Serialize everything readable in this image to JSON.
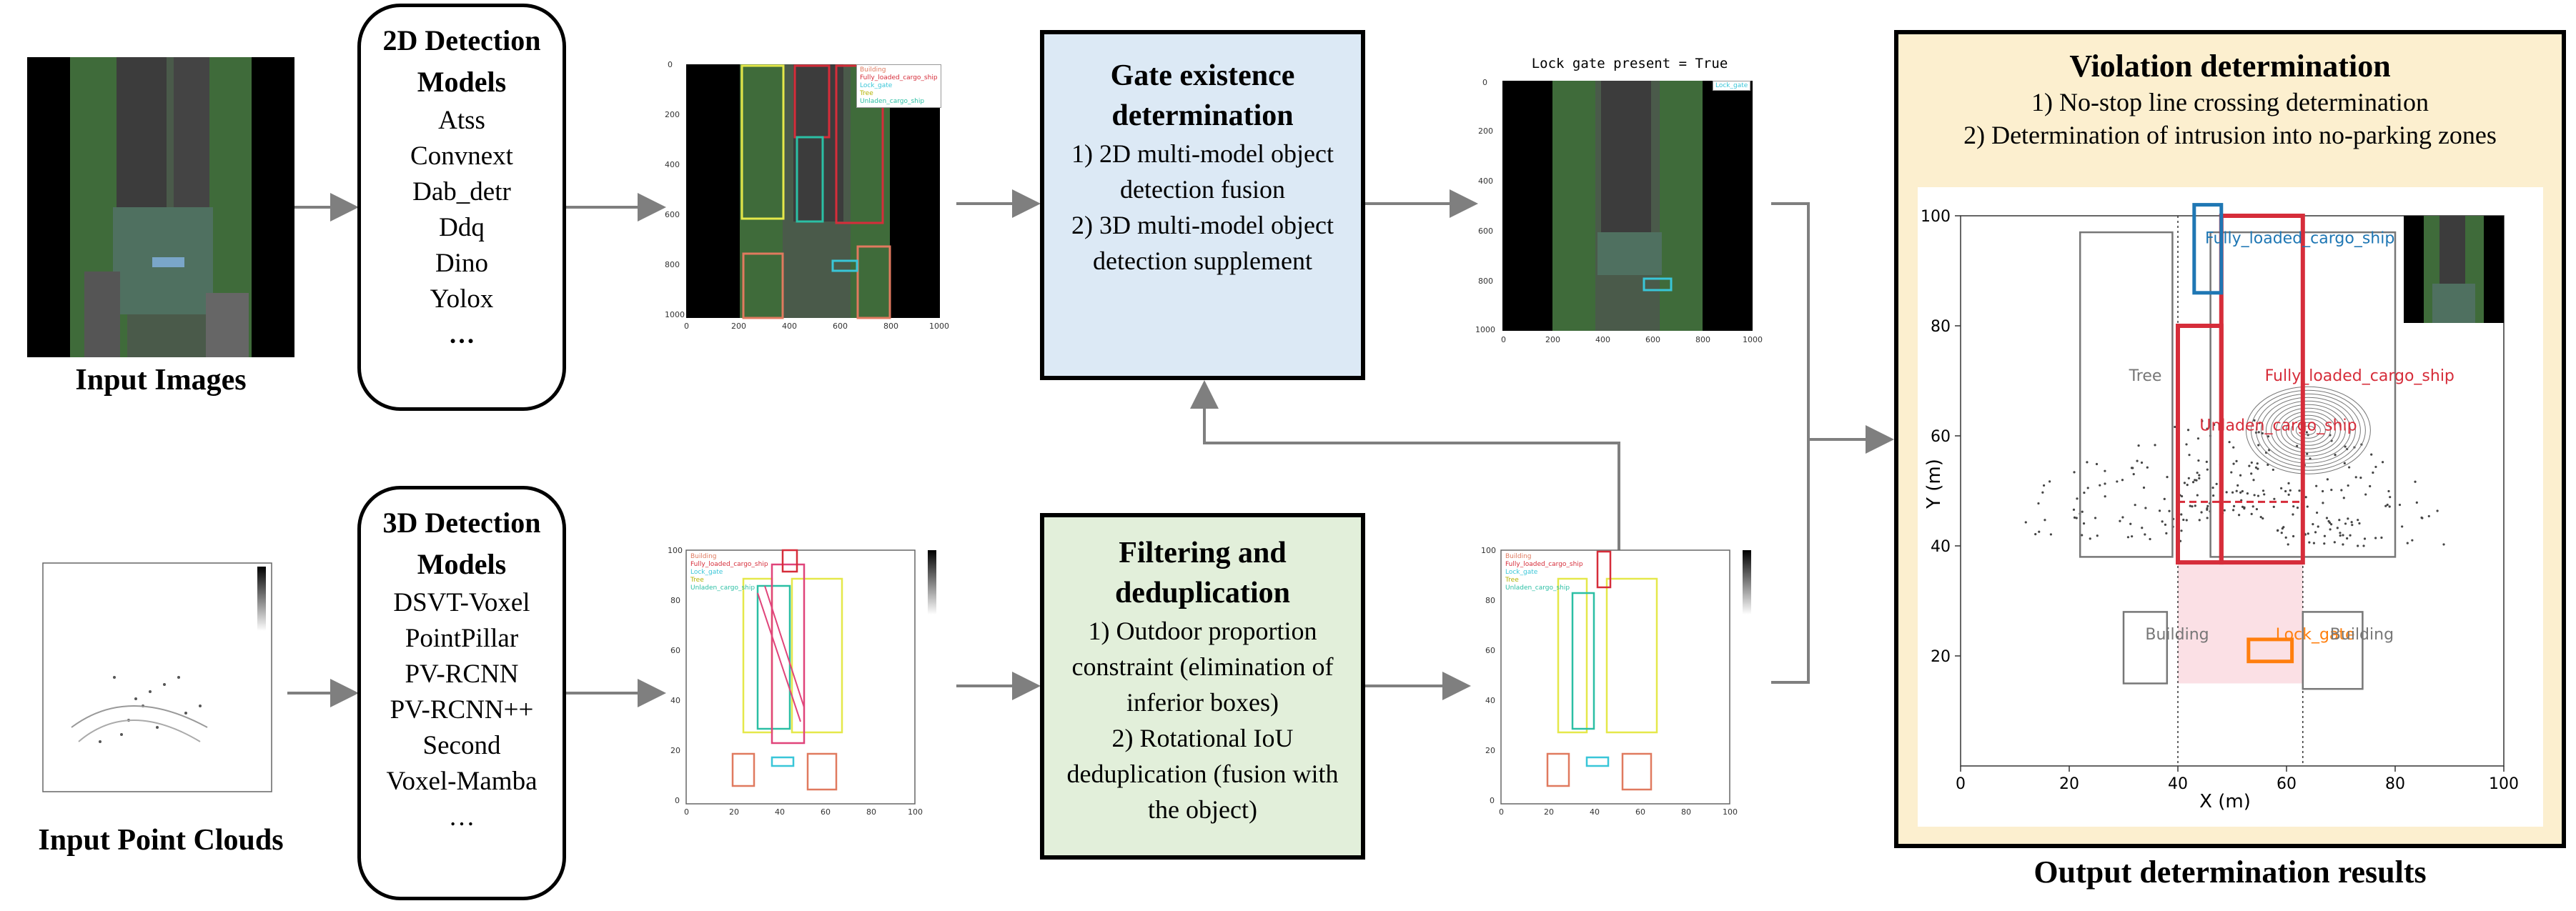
{
  "inputs": {
    "images_label": "Input Images",
    "pointclouds_label": "Input Point Clouds"
  },
  "models_2d": {
    "title": "2D Detection Models",
    "items": [
      "Atss",
      "Convnext",
      "Dab_detr",
      "Ddq",
      "Dino",
      "Yolox",
      "…"
    ]
  },
  "models_3d": {
    "title": "3D Detection Models",
    "items": [
      "DSVT-Voxel",
      "PointPillar",
      "PV-RCNN",
      "PV-RCNN++",
      "Second",
      "Voxel-Mamba",
      "…"
    ]
  },
  "gate_box": {
    "title": "Gate existence determination",
    "lines": [
      "1) 2D multi-model object detection fusion",
      "2) 3D multi-model object detection supplement"
    ],
    "bg": "#dce9f5"
  },
  "filter_box": {
    "title": "Filtering and deduplication",
    "lines": [
      "1) Outdoor proportion constraint (elimination of inferior boxes)",
      "2) Rotational IoU deduplication (fusion with the object)"
    ],
    "bg": "#e2efda"
  },
  "gate_image_title": "Lock gate present = True",
  "violation": {
    "title": "Violation determination",
    "lines": [
      "1) No-stop line crossing determination",
      "2) Determination of intrusion into no-parking zones"
    ],
    "bg": "#fcefcf",
    "output_label": "Output determination results"
  },
  "legend_2d": [
    "Building",
    "Fully_loaded_cargo_ship",
    "Lock_gate",
    "Tree",
    "Unladen_cargo_ship"
  ],
  "legend_gate": [
    "Lock_gate"
  ],
  "legend_3d": [
    "Building",
    "Fully_loaded_cargo_ship",
    "Lock_gate",
    "Tree",
    "Unladen_cargo_ship"
  ],
  "thumb_ticks": {
    "img_y": [
      "0",
      "200",
      "400",
      "600",
      "800",
      "1000"
    ],
    "img_x": [
      "0",
      "200",
      "400",
      "600",
      "800",
      "1000"
    ],
    "pc_y": [
      "100",
      "80",
      "60",
      "40",
      "20",
      "0"
    ],
    "pc_x": [
      "0",
      "20",
      "40",
      "60",
      "80",
      "100"
    ]
  },
  "colors": {
    "Building": "#e07a5f",
    "Fully_loaded_cargo_ship": "#d62d3a",
    "Lock_gate": "#39c6d8",
    "Tree": "#e5e84a",
    "Unladen_cargo_ship": "#2bbfa4",
    "arrow": "#7f7f7f"
  },
  "chart_data": {
    "type": "scatter",
    "xlabel": "X (m)",
    "ylabel": "Y (m)",
    "xlim": [
      0,
      100
    ],
    "ylim": [
      0,
      100
    ],
    "xticks": [
      0,
      20,
      40,
      60,
      80,
      100
    ],
    "yticks": [
      20,
      40,
      60,
      80,
      100
    ],
    "boxes": [
      {
        "label": "Tree",
        "color": "#777777",
        "x0": 22,
        "x1": 39,
        "y0": 38,
        "y1": 97
      },
      {
        "label": "Tree",
        "color": "#777777",
        "x0": 46,
        "x1": 80,
        "y0": 38,
        "y1": 97
      },
      {
        "label": "Unladen_cargo_ship",
        "color": "#d62d3a",
        "x0": 40,
        "x1": 48,
        "y0": 37,
        "y1": 80
      },
      {
        "label": "Fully_loaded_cargo_ship",
        "color": "#d62d3a",
        "x0": 48,
        "x1": 63,
        "y0": 37,
        "y1": 100
      },
      {
        "label": "Fully_loaded_cargo_ship",
        "color": "#1f77b4",
        "x0": 43,
        "x1": 48,
        "y0": 86,
        "y1": 102
      },
      {
        "label": "Building",
        "color": "#777777",
        "x0": 30,
        "x1": 38,
        "y0": 15,
        "y1": 28
      },
      {
        "label": "Building",
        "color": "#777777",
        "x0": 63,
        "x1": 74,
        "y0": 14,
        "y1": 28
      },
      {
        "label": "Lock_gate",
        "color": "#ff7f0e",
        "x0": 53,
        "x1": 61,
        "y0": 19,
        "y1": 23
      }
    ],
    "text_labels": [
      {
        "text": "Fully_loaded_cargo_ship",
        "color": "#1f77b4",
        "x": 45,
        "y": 95
      },
      {
        "text": "Tree",
        "color": "#777777",
        "x": 31,
        "y": 70
      },
      {
        "text": "Fully_loaded_cargo_ship",
        "color": "#d62d3a",
        "x": 56,
        "y": 70
      },
      {
        "text": "Unladen_cargo_ship",
        "color": "#d62d3a",
        "x": 44,
        "y": 61
      },
      {
        "text": "Building",
        "color": "#777777",
        "x": 34,
        "y": 23
      },
      {
        "text": "Lock_gate",
        "color": "#ff7f0e",
        "x": 58,
        "y": 23
      },
      {
        "text": "Building",
        "color": "#777777",
        "x": 68,
        "y": 23
      }
    ],
    "dotted_vlines": [
      40,
      63
    ],
    "dashed_hline": {
      "y": 48,
      "x0": 40,
      "x1": 63,
      "color": "#d62d3a"
    },
    "pink_zone": {
      "x0": 40,
      "x1": 63,
      "y0": 15,
      "y1": 37
    }
  }
}
